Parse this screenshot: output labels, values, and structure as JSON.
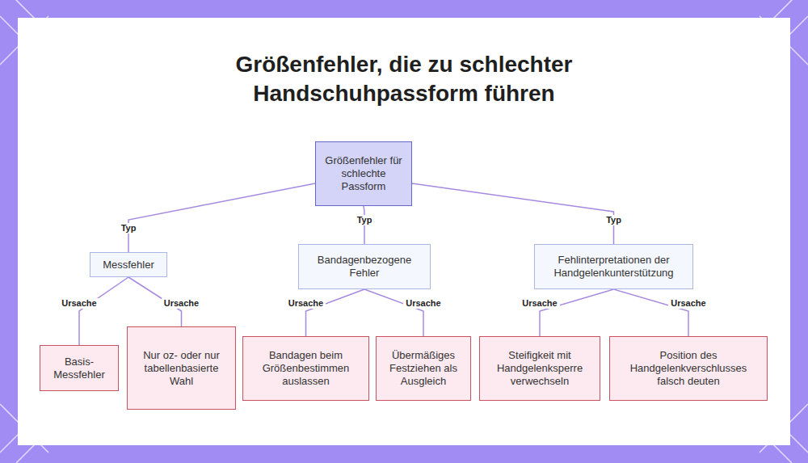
{
  "diagram": {
    "title": "Größenfehler, die zu schlechter Handschuhpassform führen",
    "nodes": [
      {
        "text": [
          "Größenfehler für schlechte Passform"
        ]
      },
      {
        "text": [
          "Messfehler"
        ]
      },
      {
        "text": [
          "Bandagenbezogene Fehler"
        ]
      },
      {
        "text": [
          "Fehlinterpretationen der Handgelenkunterstützung"
        ]
      },
      {
        "text": [
          "Basis-Messfehler"
        ]
      },
      {
        "text": [
          "Nur oz- oder nur tabellenbasierte Wahl"
        ]
      },
      {
        "text": [
          "Bandagen beim Größenbestimmen auslassen"
        ]
      },
      {
        "text": [
          "Übermäßiges Festziehen als Ausgleich"
        ]
      },
      {
        "text": [
          "Steifigkeit mit Handgelenksperre verwechseln"
        ]
      },
      {
        "text": [
          "Position des Handgelenkverschlusses falsch deuten"
        ]
      }
    ],
    "edges": [
      {
        "from": 0,
        "to": 1,
        "label": "Typ",
        "arrow": "none"
      },
      {
        "from": 0,
        "to": 2,
        "label": "Typ",
        "arrow": "none"
      },
      {
        "from": 0,
        "to": 3,
        "label": "Typ",
        "arrow": "none"
      },
      {
        "from": 1,
        "to": 4,
        "label": "Ursache",
        "arrow": "none"
      },
      {
        "from": 1,
        "to": 5,
        "label": "Ursache",
        "arrow": "none"
      },
      {
        "from": 2,
        "to": 6,
        "label": "Ursache",
        "arrow": "none"
      },
      {
        "from": 2,
        "to": 7,
        "label": "Ursache",
        "arrow": "none"
      },
      {
        "from": 3,
        "to": 8,
        "label": "Ursache",
        "arrow": "none"
      },
      {
        "from": 3,
        "to": 9,
        "label": "Ursache",
        "arrow": "none"
      }
    ]
  }
}
